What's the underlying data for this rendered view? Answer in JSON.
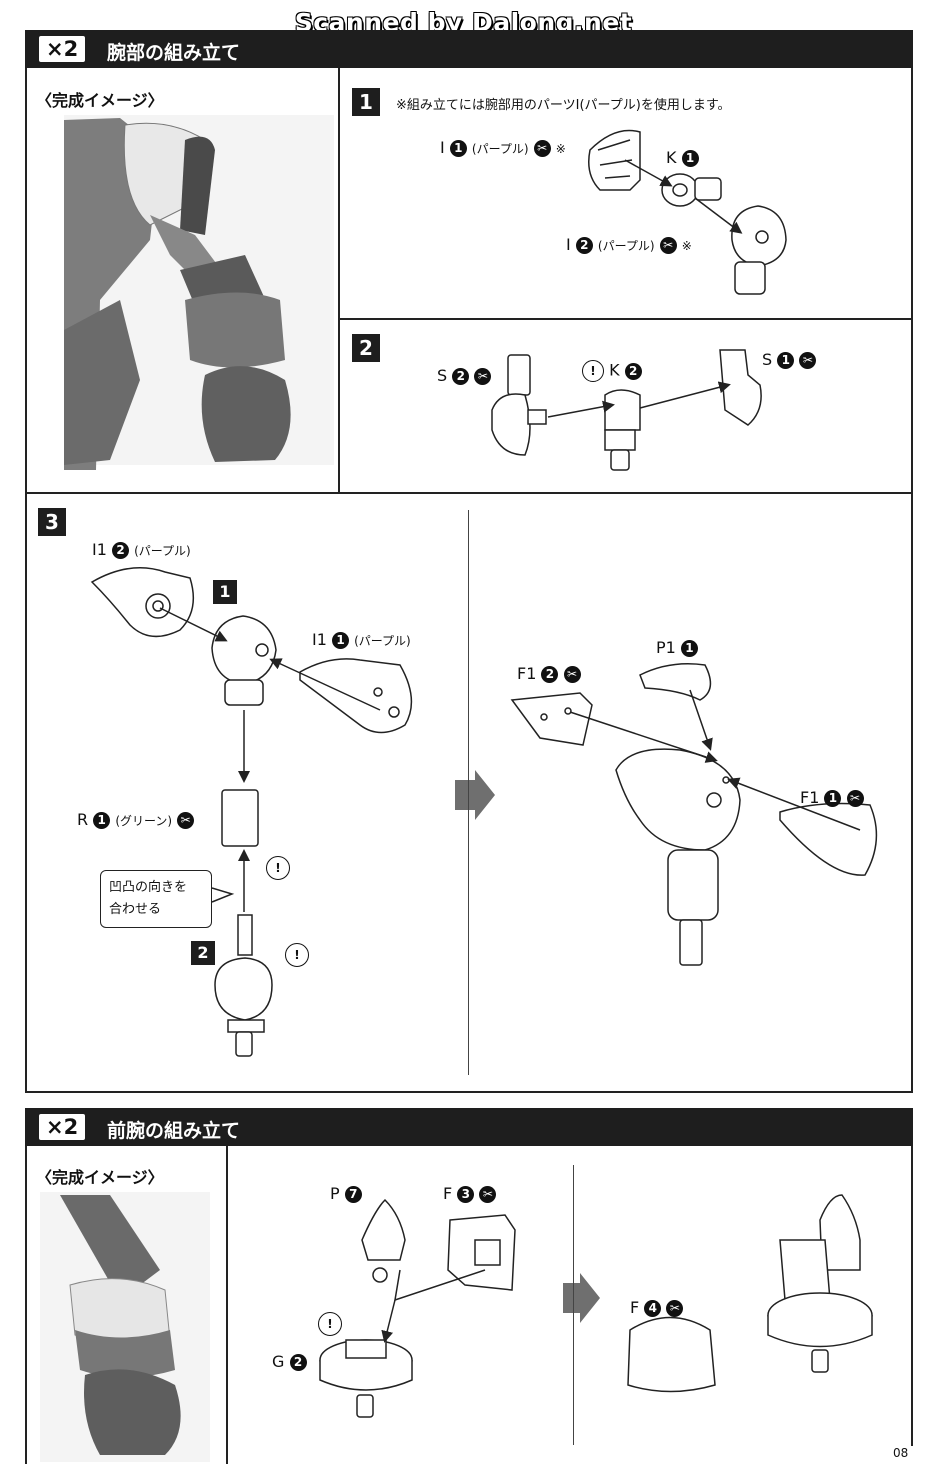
{
  "watermark": "Scanned by Dalong.net",
  "upper_arm": {
    "multiplier": "×2",
    "title": "腕部の組み立て",
    "image_label": "〈完成イメージ〉",
    "step1": {
      "number": "1",
      "note": "※組み立てには腕部用のパーツI(パープル)を使用します。",
      "part_i1": "I",
      "part_i1_num": "1",
      "part_i1_color": "(パープル)",
      "part_i1_mark": "※",
      "part_k1": "K",
      "part_k1_num": "1",
      "part_i2": "I",
      "part_i2_num": "2",
      "part_i2_color": "(パープル)",
      "part_i2_mark": "※"
    },
    "step2": {
      "number": "2",
      "part_s2": "S",
      "part_s2_num": "2",
      "part_k2": "K",
      "part_k2_num": "2",
      "part_s1": "S",
      "part_s1_num": "1"
    },
    "step3": {
      "number": "3",
      "part_i1_2": "I1",
      "part_i1_2_num": "2",
      "part_i1_2_color": "(パープル)",
      "ref_1": "1",
      "part_i1_1": "I1",
      "part_i1_1_num": "1",
      "part_i1_1_color": "(パープル)",
      "part_r1": "R",
      "part_r1_num": "1",
      "part_r1_color": "(グリーン)",
      "callout_line1": "凹凸の向きを",
      "callout_line2": "合わせる",
      "ref_2": "2",
      "part_p1": "P1",
      "part_p1_num": "1",
      "part_f1_2": "F1",
      "part_f1_2_num": "2",
      "part_f1_1": "F1",
      "part_f1_1_num": "1"
    }
  },
  "forearm": {
    "multiplier": "×2",
    "title": "前腕の組み立て",
    "image_label": "〈完成イメージ〉",
    "part_p7": "P",
    "part_p7_num": "7",
    "part_f3": "F",
    "part_f3_num": "3",
    "part_g2": "G",
    "part_g2_num": "2",
    "part_f4": "F",
    "part_f4_num": "4"
  },
  "page_number": "08",
  "warning_symbol": "!",
  "colors": {
    "header": "#1e1e1e",
    "line": "#222222",
    "photo_gray": "#6e6e6e"
  }
}
